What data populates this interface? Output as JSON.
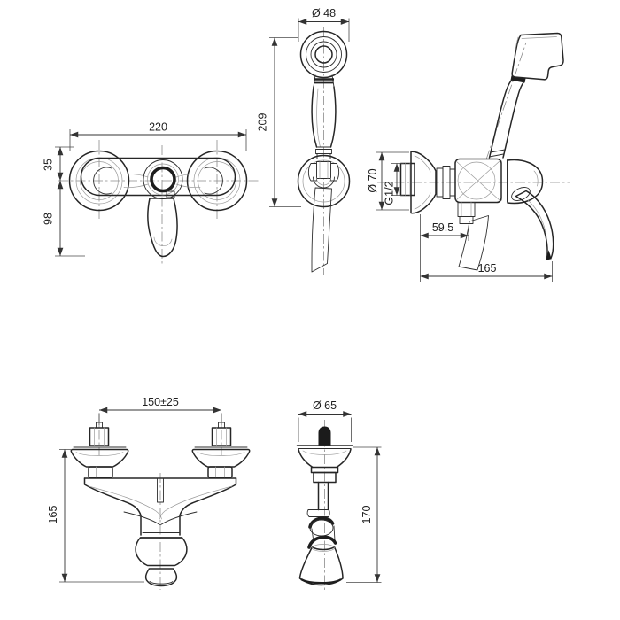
{
  "colors": {
    "background": "#ffffff",
    "line": "#262626",
    "dimension": "#333333",
    "centerline": "#8a8a8a"
  },
  "views": {
    "wall_mixer_front": {
      "dims": {
        "overall_width": "220",
        "top_offset": "35",
        "handle_drop": "98"
      }
    },
    "hand_shower_front": {
      "dims": {
        "head_diameter": "Ø 48",
        "length": "209"
      }
    },
    "wall_mixer_side": {
      "dims": {
        "flange_diameter": "Ø 70",
        "inlet_thread": "G1/2",
        "wall_to_hose": "59.5",
        "overall_depth": "165"
      }
    },
    "deck_mixer_front": {
      "dims": {
        "inlet_centres": "150±25",
        "overall_height": "165"
      }
    },
    "deck_mixer_side": {
      "dims": {
        "flange_diameter": "Ø 65",
        "overall_height": "170"
      }
    }
  }
}
